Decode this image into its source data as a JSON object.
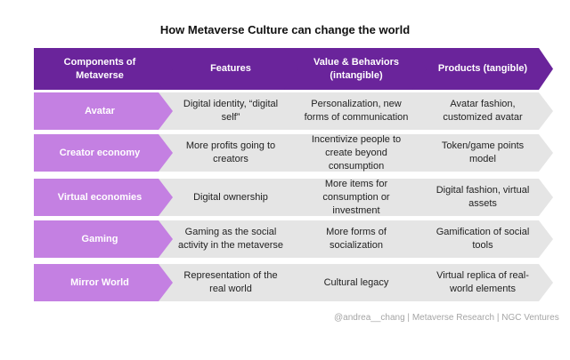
{
  "title": "How Metaverse Culture can change the world",
  "headers": [
    "Components of Metaverse",
    "Features",
    "Value & Behaviors (intangible)",
    "Products (tangible)"
  ],
  "rows": [
    {
      "label": "Avatar",
      "cells": [
        "Digital identity, “digital self”",
        "Personalization, new forms of communication",
        "Avatar fashion, customized avatar"
      ]
    },
    {
      "label": "Creator economy",
      "cells": [
        "More profits going to creators",
        "Incentivize people to create beyond consumption",
        "Token/game points model"
      ]
    },
    {
      "label": "Virtual economies",
      "cells": [
        "Digital ownership",
        "More items for consumption or investment",
        "Digital fashion, virtual assets"
      ]
    },
    {
      "label": "Gaming",
      "cells": [
        "Gaming as the social activity in the metaverse",
        "More forms of socialization",
        "Gamification of social tools"
      ]
    },
    {
      "label": "Mirror World",
      "cells": [
        "Representation of the real world",
        "Cultural legacy",
        "Virtual replica of real-world elements"
      ]
    }
  ],
  "credit": "@andrea__chang | Metaverse Research | NGC Ventures",
  "colors": {
    "header": "#6a249b",
    "row_label": "#c480e2",
    "cell": "#e5e5e5",
    "credit": "#a5a5a5"
  }
}
